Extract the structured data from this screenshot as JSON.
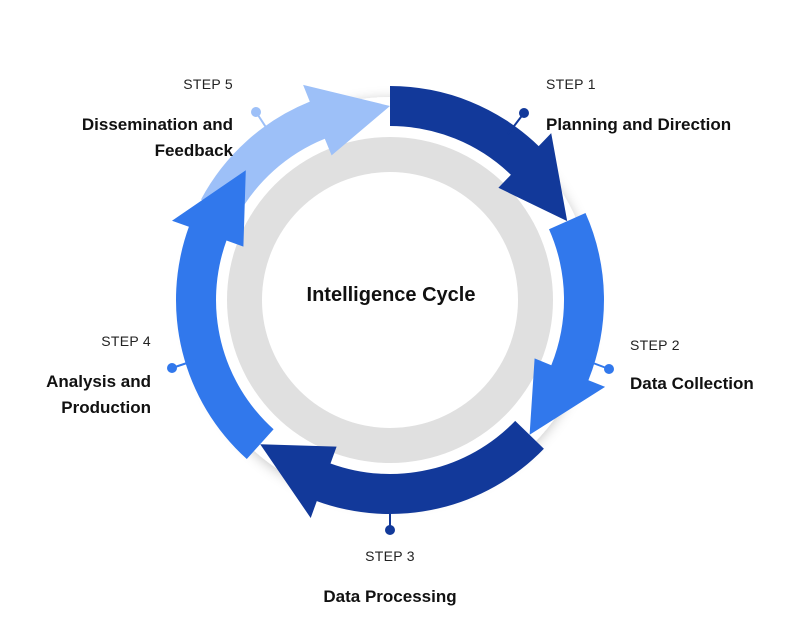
{
  "title": "Intelligence Cycle",
  "steps": [
    {
      "label": "STEP 1",
      "title": "Planning and Direction",
      "color": "#12399a"
    },
    {
      "label": "STEP 2",
      "title": "Data Collection",
      "color": "#3178ec"
    },
    {
      "label": "STEP 3",
      "title": "Data Processing",
      "color": "#12399a"
    },
    {
      "label": "STEP 4",
      "title_lines": [
        "Analysis and",
        "Production"
      ],
      "color": "#3178ec"
    },
    {
      "label": "STEP 5",
      "title_lines": [
        "Dissemination and",
        "Feedback"
      ],
      "color": "#9dc0f8"
    }
  ],
  "colors": {
    "inner_disc": "#ffffff",
    "ring_background": "#e0e0e0",
    "dark_blue": "#12399a",
    "mid_blue": "#3178ec",
    "light_blue": "#9dc0f8"
  }
}
